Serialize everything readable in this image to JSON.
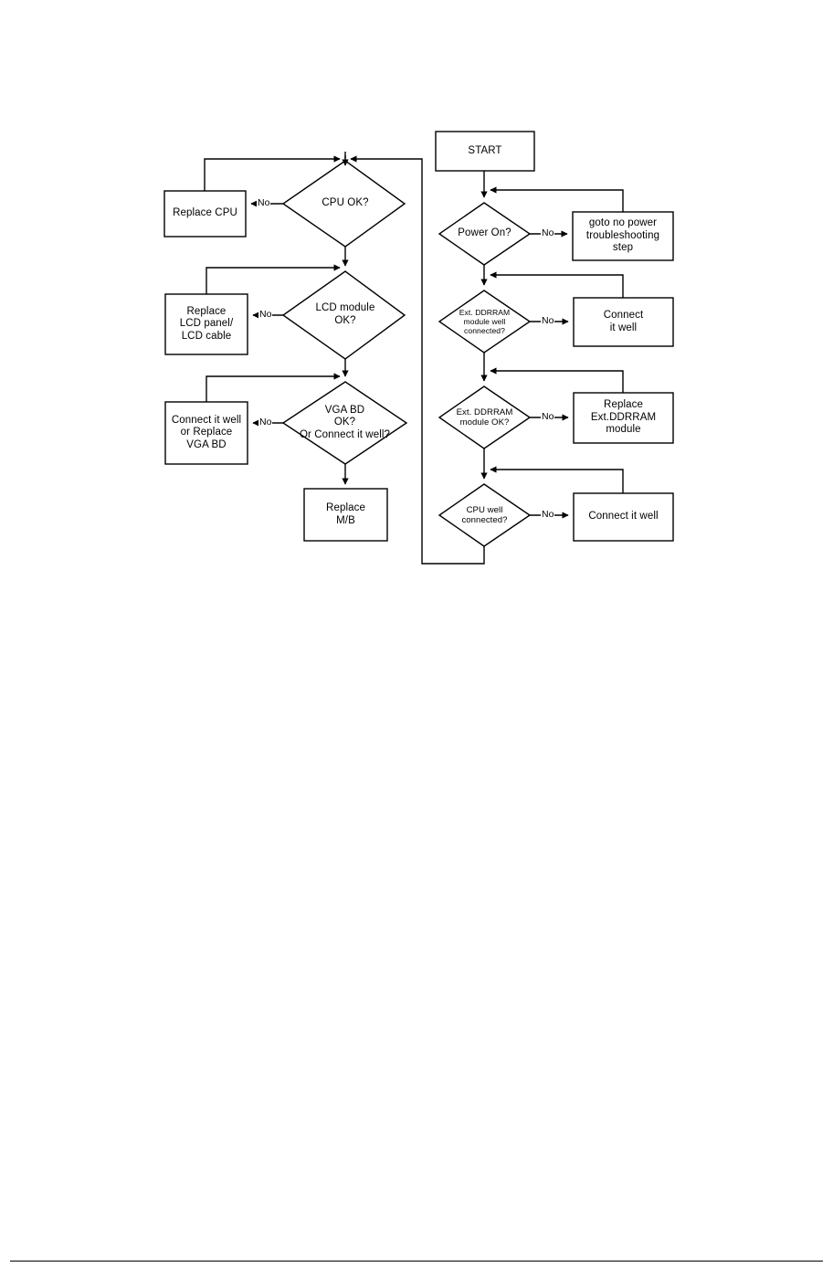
{
  "document": {
    "title": "System Boot / Display Troubleshooting Flowchart",
    "page_background": "#ffffff",
    "line_color": "#000000"
  },
  "diagram": {
    "type": "flowchart",
    "orientation": "two-column, right column first then left column",
    "start_node": "START",
    "right_column": {
      "start": {
        "label": "START",
        "shape": "process"
      },
      "steps": [
        {
          "decision": {
            "label": "Power On?",
            "shape": "decision"
          },
          "no_label": "No",
          "no_target": {
            "label": "goto no power\ntroubleshooting\nstep",
            "shape": "process"
          }
        },
        {
          "decision": {
            "label": "Ext. DDRRAM\nmodule well\nconnected?",
            "shape": "decision"
          },
          "no_label": "No",
          "no_target": {
            "label": "Connect\nit well",
            "shape": "process"
          }
        },
        {
          "decision": {
            "label": "Ext. DDRRAM\nmodule OK?",
            "shape": "decision"
          },
          "no_label": "No",
          "no_target": {
            "label": "Replace\nExt.DDRRAM\nmodule",
            "shape": "process"
          }
        },
        {
          "decision": {
            "label": "CPU well\nconnected?",
            "shape": "decision"
          },
          "no_label": "No",
          "no_target": {
            "label": "Connect it well",
            "shape": "process"
          }
        }
      ]
    },
    "left_column": {
      "steps": [
        {
          "decision": {
            "label": "CPU OK?",
            "shape": "decision"
          },
          "no_label": "No",
          "no_target": {
            "label": "Replace CPU",
            "shape": "process"
          }
        },
        {
          "decision": {
            "label": "LCD module\nOK?",
            "shape": "decision"
          },
          "no_label": "No",
          "no_target": {
            "label": "Replace\nLCD panel/\nLCD cable",
            "shape": "process"
          }
        },
        {
          "decision": {
            "label": "VGA BD\nOK?\nOr Connect it well?",
            "shape": "decision"
          },
          "no_label": "No",
          "no_target": {
            "label": "Connect it well\nor Replace\nVGA BD",
            "shape": "process"
          }
        }
      ],
      "end": {
        "label": "Replace\nM/B",
        "shape": "process"
      }
    }
  }
}
